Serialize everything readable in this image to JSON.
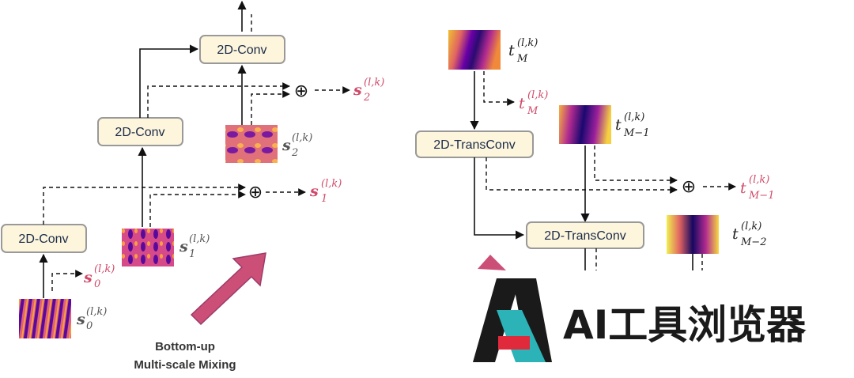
{
  "colors": {
    "box_fill": "#fdf6dc",
    "box_stroke": "#999999",
    "line": "#111111",
    "output_text": "#d14a6a",
    "arrow_fill": "#cc4f77"
  },
  "left_panel": {
    "conv_label_1": "2D-Conv",
    "conv_label_2": "2D-Conv",
    "conv_label_3": "2D-Conv",
    "caption_line1": "Bottom-up",
    "caption_line2": "Multi-scale Mixing",
    "s0": {
      "base": "s",
      "sub": "0",
      "sup": "(l,k)"
    },
    "s1": {
      "base": "s",
      "sub": "1",
      "sup": "(l,k)"
    },
    "s2": {
      "base": "s",
      "sub": "2",
      "sup": "(l,k)"
    },
    "s0_out": {
      "base": "s",
      "sub": "0",
      "sup": "(l,k)"
    },
    "s1_out": {
      "base": "s",
      "sub": "1",
      "sup": "(l,k)"
    },
    "s2_out": {
      "base": "s",
      "sub": "2",
      "sup": "(l,k)"
    },
    "plus": "⊕"
  },
  "right_panel": {
    "trans_label_1": "2D-TransConv",
    "trans_label_2": "2D-TransConv",
    "tM": {
      "base": "t",
      "sub": "M",
      "sup": "(l,k)"
    },
    "tM1": {
      "base": "t",
      "sub": "M−1",
      "sup": "(l,k)"
    },
    "tM2": {
      "base": "t",
      "sub": "M−2",
      "sup": "(l,k)"
    },
    "tM_out": {
      "base": "t",
      "sub": "M",
      "sup": "(l,k)"
    },
    "tM1_out": {
      "base": "t",
      "sub": "M−1",
      "sup": "(l,k)"
    },
    "plus": "⊕"
  },
  "watermark": {
    "text": "AI工具浏览器",
    "logo_icon": "ai-tool-browser-logo-icon"
  }
}
